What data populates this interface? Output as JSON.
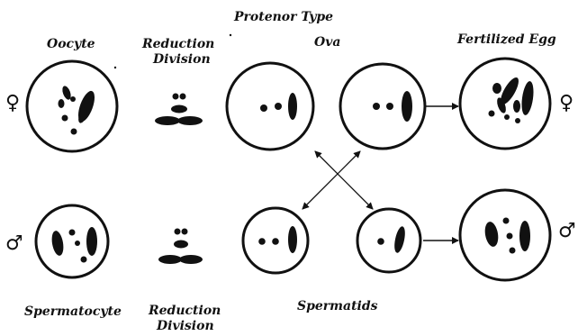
{
  "labels": {
    "oocyte": "Oocyte",
    "reduction_division_top_1": "Reduction",
    "reduction_division_top_2": "Division",
    "protenor_type": "Protenor Type",
    "ova": "Ova",
    "fertilized_egg": "Fertilized Egg",
    "spermatocyte": "Spermatocyte",
    "reduction_division_bottom_1": "Reduction",
    "reduction_division_bottom_2": "Division",
    "spermatids": "Spermatids"
  },
  "symbols": {
    "female_left": "♀",
    "female_right": "♀",
    "male_left": "♂",
    "male_right": "♂"
  },
  "colors": {
    "ink": "#111111",
    "background": "#ffffff"
  }
}
